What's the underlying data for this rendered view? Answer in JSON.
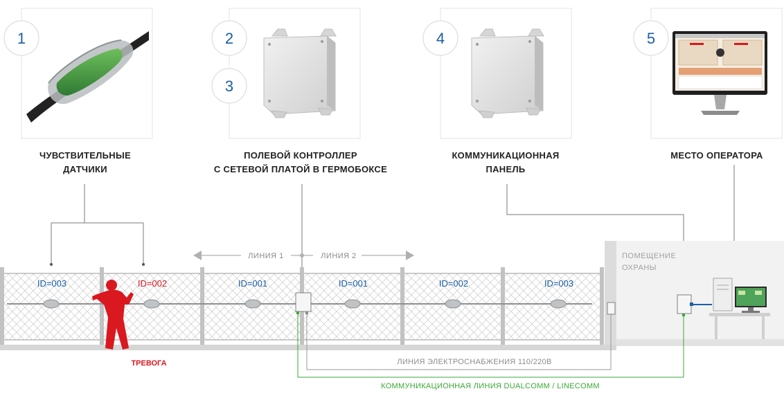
{
  "steps": [
    {
      "number": "1",
      "label_lines": [
        "ЧУВСТВИТЕЛЬНЫЕ",
        "ДАТЧИКИ"
      ]
    },
    {
      "number": "2",
      "number2": "3",
      "label_lines": [
        "ПОЛЕВОЙ КОНТРОЛЛЕР",
        "С СЕТЕВОЙ ПЛАТОЙ В ГЕРМОБОКСЕ"
      ]
    },
    {
      "number": "4",
      "label_lines": [
        "КОММУНИКАЦИОННАЯ",
        "ПАНЕЛЬ"
      ]
    },
    {
      "number": "5",
      "label_lines": [
        "МЕСТО ОПЕРАТОРА"
      ]
    }
  ],
  "lines": {
    "line1": "ЛИНИЯ 1",
    "line2": "ЛИНИЯ 2"
  },
  "room": {
    "line1": "ПОМЕЩЕНИЕ",
    "line2": "ОХРАНЫ"
  },
  "zones": [
    {
      "id": "ID=003",
      "alarm": false
    },
    {
      "id": "ID=002",
      "alarm": true
    },
    {
      "id": "ID=001",
      "alarm": false
    },
    {
      "id": "ID=001",
      "alarm": false
    },
    {
      "id": "ID=002",
      "alarm": false
    },
    {
      "id": "ID=003",
      "alarm": false
    }
  ],
  "alarm_label": "ТРЕВОГА",
  "power_line": "ЛИНИЯ ЭЛЕКТРОСНАБЖЕНИЯ 110/220В",
  "comm_line": "КОММУНИКАЦИОННАЯ ЛИНИЯ DUALCOMM / LINECOMM",
  "colors": {
    "accent": "#1b5fa6",
    "alarm": "#d9181f",
    "comm": "#3aa935",
    "gray": "#8c8c8c"
  }
}
